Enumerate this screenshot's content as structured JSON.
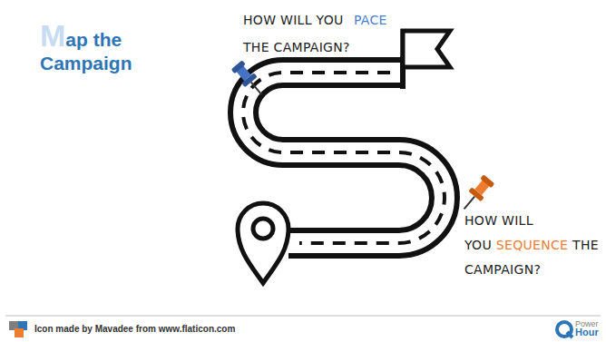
{
  "diagram": {
    "title": "Map the Campaign",
    "labels": [
      "HOW WILL YOU",
      "PACE",
      "THE CAMPAIGN?",
      "HOW WILL YOU",
      "SEQUENCE",
      "THE CAMPAIGN?",
      "Icon made by Mavadee from www.flaticon.com",
      "Power",
      "Hour"
    ]
  }
}
